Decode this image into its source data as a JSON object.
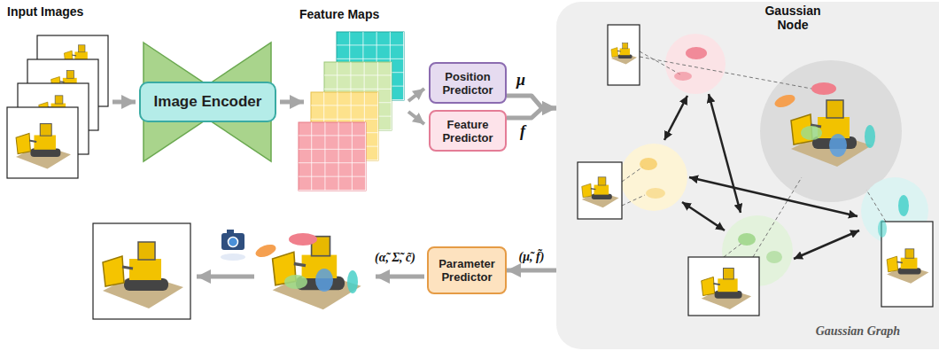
{
  "diagram": {
    "nodes": [
      {
        "text": [
          "Image Encoder"
        ]
      },
      {
        "text": [
          "Position Predictor"
        ]
      },
      {
        "text": [
          "Feature Predictor"
        ]
      },
      {
        "text": [
          "Gaussian Graph"
        ]
      },
      {
        "text": [
          "Parameter Predictor"
        ]
      }
    ],
    "edges": [
      {
        "from": 1,
        "to": 3,
        "arrow": "to",
        "label": "μ"
      },
      {
        "from": 2,
        "to": 3,
        "arrow": "to",
        "label": "f"
      },
      {
        "from": 3,
        "to": 4,
        "arrow": "to",
        "label": "(μ̃, f̃)"
      }
    ],
    "labels": [
      "Input Images",
      "Feature Maps",
      "Gaussian Node",
      "(α̃, Σ̃, c̃)"
    ]
  }
}
